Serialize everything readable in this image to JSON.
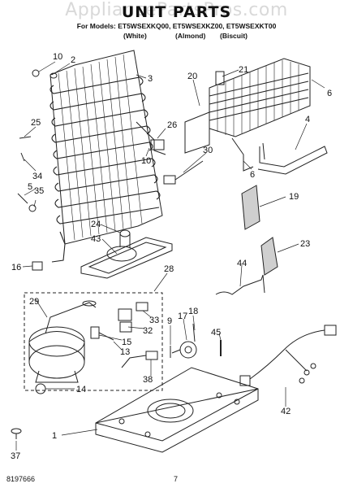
{
  "header": {
    "watermark": "AppliancePartsPros.com",
    "title": "UNIT PARTS",
    "models_line": "For Models: ET5WSEXKQ00, ET5WSEXKZ00, ET5WSEXKT00",
    "variants": [
      "(White)",
      "(Almond)",
      "(Biscuit)"
    ]
  },
  "callouts": [
    "10",
    "2",
    "3",
    "20",
    "21",
    "6",
    "25",
    "26",
    "4",
    "10",
    "30",
    "34",
    "5",
    "35",
    "6",
    "19",
    "24",
    "43",
    "23",
    "16",
    "28",
    "44",
    "29",
    "9",
    "17",
    "18",
    "33",
    "45",
    "32",
    "15",
    "13",
    "38",
    "14",
    "42",
    "1",
    "37"
  ],
  "footer": {
    "doc_number": "8197666",
    "page_number": "7"
  }
}
